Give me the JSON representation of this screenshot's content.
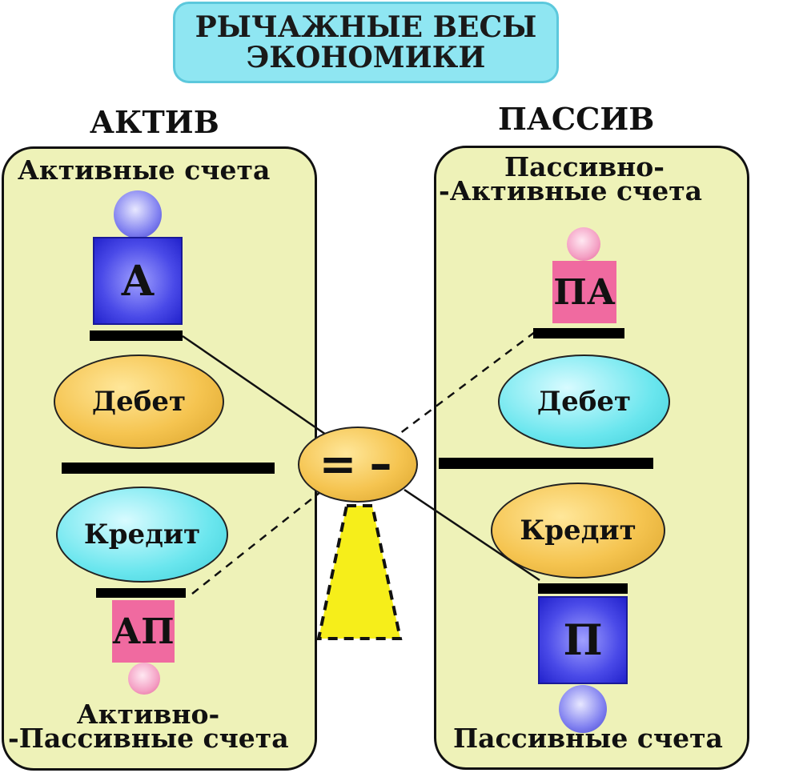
{
  "title": {
    "line1": "РЫЧАЖНЫЕ ВЕСЫ",
    "line2": "ЭКОНОМИКИ"
  },
  "left": {
    "header": "АКТИВ",
    "top_text": "Активные счета",
    "top_square": "А",
    "debit": "Дебет",
    "credit": "Кредит",
    "bottom_square": "АП",
    "bottom_text_1": "Активно-",
    "bottom_text_2": "-Пассивные счета"
  },
  "right": {
    "header": "ПАССИВ",
    "top_text_1": "Пассивно-",
    "top_text_2": "-Активные счета",
    "top_square": "ПА",
    "debit": "Дебет",
    "credit": "Кредит",
    "bottom_square": "П",
    "bottom_text": "Пассивные счета"
  },
  "fulcrum": {
    "symbol_equal": "=",
    "symbol_minus": "–"
  },
  "colors": {
    "panel": "#eef2b8",
    "title_box": "#8fe6f2",
    "orange_ellipse": "#f5c450",
    "cyan_ellipse": "#6ae6ee",
    "blue_square": "#4a4ae8",
    "pink_square": "#f06aa0",
    "triangle": "#f6ee1a"
  }
}
